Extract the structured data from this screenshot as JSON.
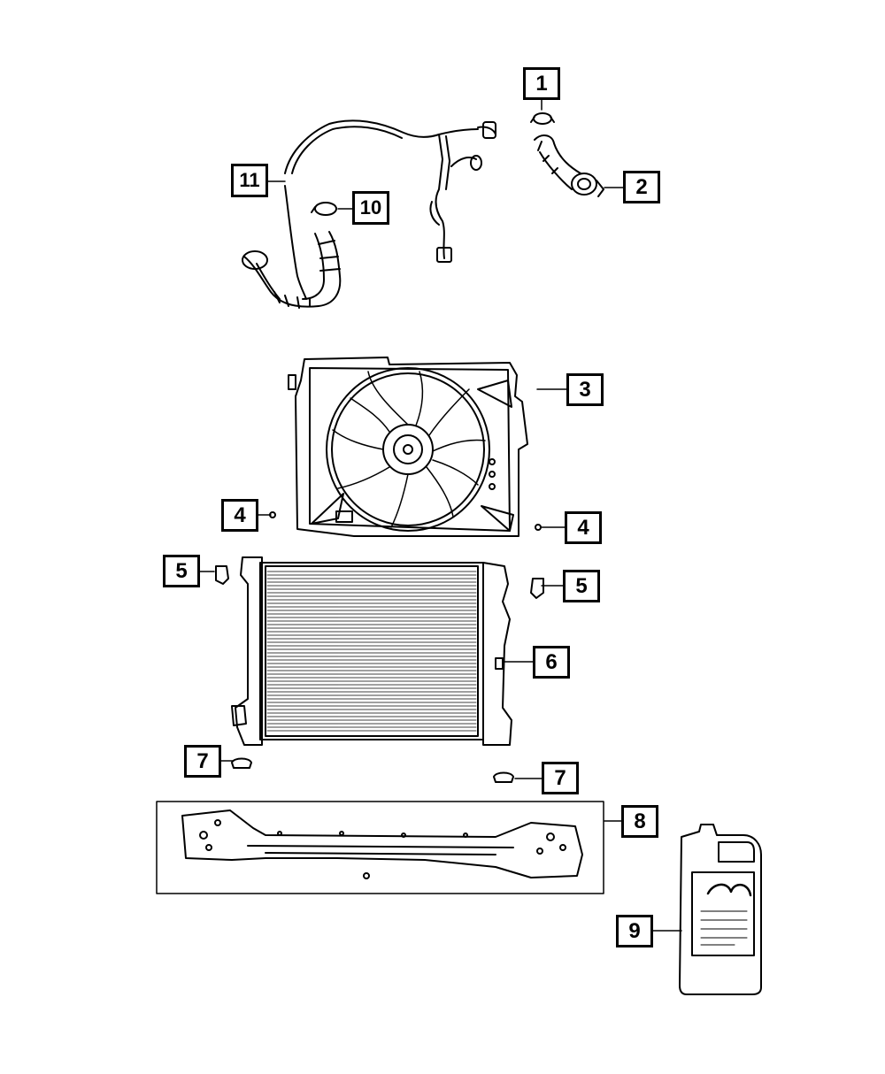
{
  "callouts": [
    {
      "id": "c1",
      "label": "1"
    },
    {
      "id": "c2",
      "label": "2"
    },
    {
      "id": "c3",
      "label": "3"
    },
    {
      "id": "c4a",
      "label": "4"
    },
    {
      "id": "c4b",
      "label": "4"
    },
    {
      "id": "c5a",
      "label": "5"
    },
    {
      "id": "c5b",
      "label": "5"
    },
    {
      "id": "c6",
      "label": "6"
    },
    {
      "id": "c7a",
      "label": "7"
    },
    {
      "id": "c7b",
      "label": "7"
    },
    {
      "id": "c8",
      "label": "8"
    },
    {
      "id": "c9",
      "label": "9"
    },
    {
      "id": "c10",
      "label": "10"
    },
    {
      "id": "c11",
      "label": "11"
    }
  ],
  "colors": {
    "ink": "#000000",
    "paper": "#ffffff"
  }
}
